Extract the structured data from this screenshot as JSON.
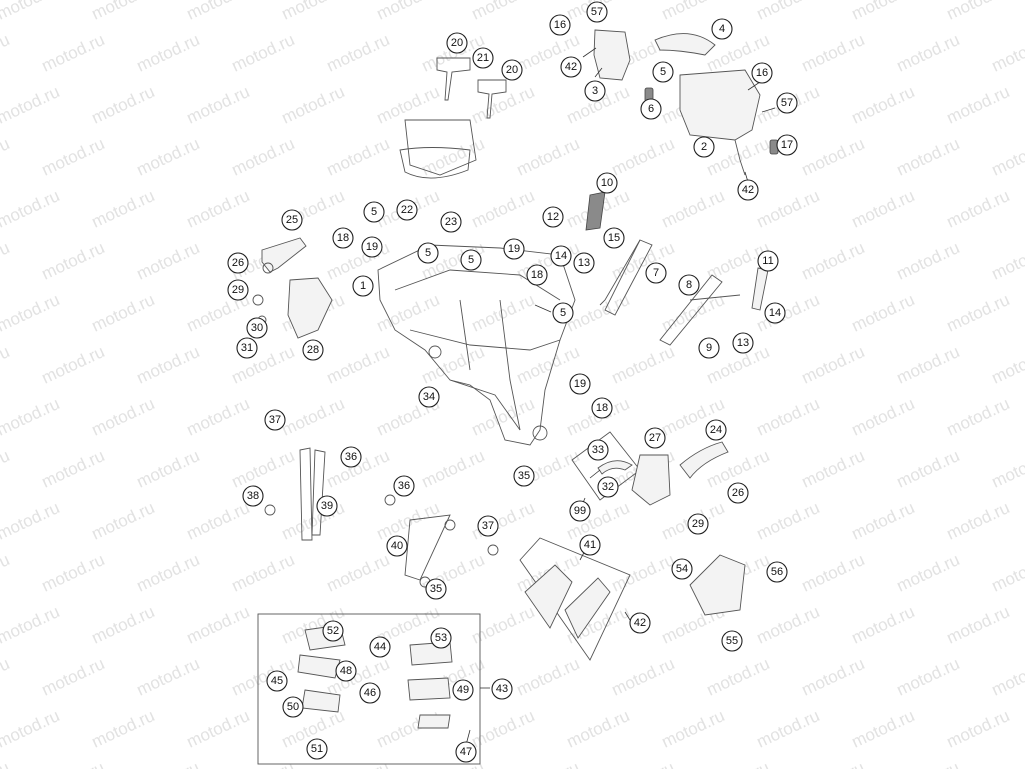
{
  "diagram": {
    "watermark_text": "motod.ru",
    "part_numbers": [
      "1",
      "2",
      "3",
      "4",
      "5",
      "6",
      "7",
      "8",
      "9",
      "10",
      "11",
      "12",
      "13",
      "14",
      "15",
      "16",
      "17",
      "18",
      "19",
      "20",
      "21",
      "22",
      "23",
      "24",
      "25",
      "26",
      "27",
      "28",
      "29",
      "30",
      "31",
      "32",
      "33",
      "34",
      "35",
      "36",
      "37",
      "38",
      "39",
      "40",
      "41",
      "42",
      "43",
      "44",
      "45",
      "46",
      "47",
      "48",
      "49",
      "50",
      "51",
      "52",
      "53",
      "54",
      "55",
      "56",
      "57",
      "99"
    ]
  }
}
